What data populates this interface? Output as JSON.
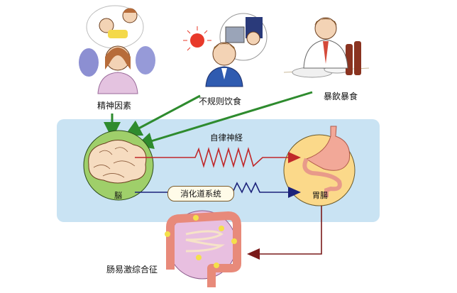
{
  "diagram": {
    "causes": [
      {
        "id": "stress",
        "label": "精神因素"
      },
      {
        "id": "irregular_diet",
        "label": "不规则饮食"
      },
      {
        "id": "overeating",
        "label": "暴飲暴食"
      }
    ],
    "nodes": {
      "brain": {
        "label": "脳"
      },
      "gut": {
        "label": "胃腸"
      },
      "ibs": {
        "label": "肠易激综合征"
      }
    },
    "connections": {
      "autonomic": {
        "label": "自律神経"
      },
      "digestive": {
        "label": "消化道系统"
      }
    },
    "colors": {
      "panel": "#c9e3f3",
      "cause_arrow": "#2e8b2e",
      "autonomic_arrow": "#c0282a",
      "digestive_arrow": "#1c237a",
      "ibs_arrow": "#7a1a1a",
      "brain_circle": "#9fcf6a",
      "gut_circle": "#fbd98a",
      "ibs_circle": "#e8bfe0"
    }
  }
}
